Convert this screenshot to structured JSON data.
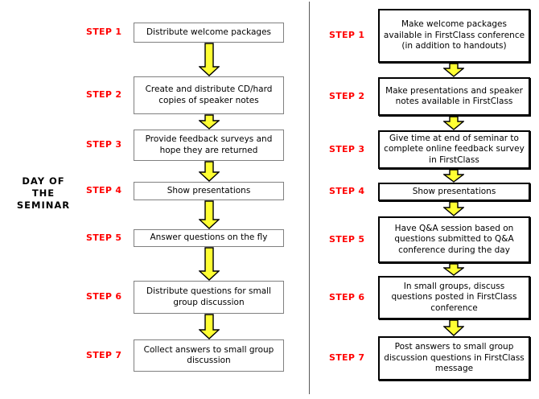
{
  "left": {
    "title": "DAY OF\nTHE\nSEMINAR",
    "steps": [
      {
        "step": "STEP 1",
        "label": "Distribute welcome packages"
      },
      {
        "step": "STEP 2",
        "label": "Create and distribute CD/hard copies of speaker notes"
      },
      {
        "step": "STEP 3",
        "label": "Provide feedback surveys and hope they are returned"
      },
      {
        "step": "STEP 4",
        "label": "Show presentations"
      },
      {
        "step": "STEP 5",
        "label": "Answer questions on the fly"
      },
      {
        "step": "STEP 6",
        "label": "Distribute questions for small group discussion"
      },
      {
        "step": "STEP 7",
        "label": "Collect answers to small group discussion"
      }
    ]
  },
  "right": {
    "steps": [
      {
        "step": "STEP 1",
        "label": "Make welcome packages available in FirstClass conference (in addition to handouts)"
      },
      {
        "step": "STEP 2",
        "label": "Make presentations and speaker notes available in FirstClass"
      },
      {
        "step": "STEP 3",
        "label": "Give time at end of seminar to complete online feedback survey in FirstClass"
      },
      {
        "step": "STEP 4",
        "label": "Show presentations"
      },
      {
        "step": "STEP 5",
        "label": "Have Q&A session based on questions submitted to Q&A conference during the day"
      },
      {
        "step": "STEP 6",
        "label": "In small groups, discuss questions posted in FirstClass conference"
      },
      {
        "step": "STEP 7",
        "label": "Post answers to small group discussion questions in FirstClass message"
      }
    ]
  },
  "colors": {
    "step_label_red": "#ff0000",
    "arrow_yellow": "#ffff33",
    "arrow_outline": "#000000",
    "left_box_border": "#808080",
    "right_box_border": "#000000",
    "divider_gray": "#595959",
    "background": "#ffffff",
    "text": "#000000"
  }
}
